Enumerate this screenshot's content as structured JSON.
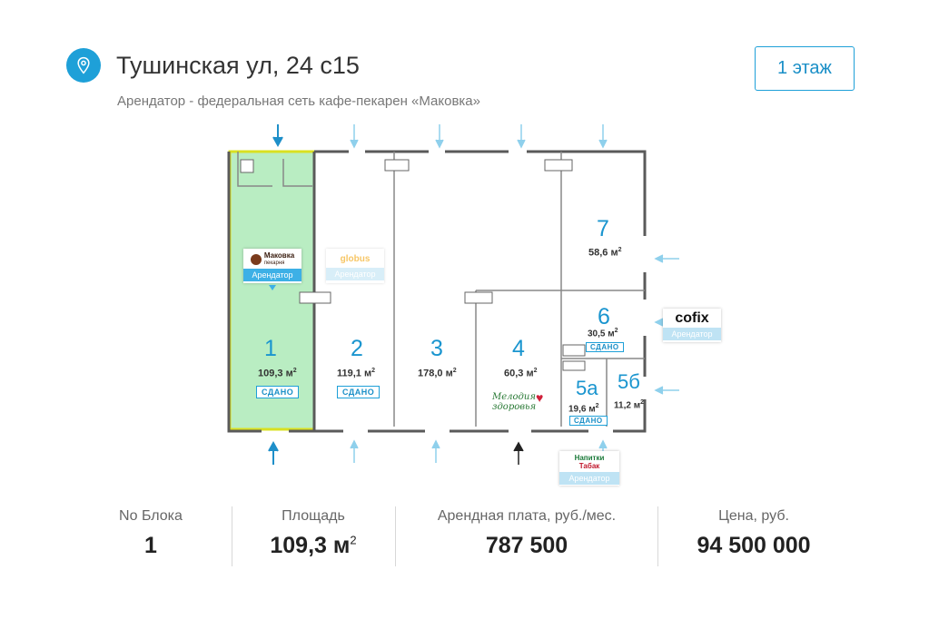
{
  "header": {
    "title": "Тушинская ул, 24 с15",
    "subtitle": "Арендатор - федеральная сеть кафе-пекарен «Маковка»",
    "floor_button": "1 этаж"
  },
  "plan": {
    "units": [
      {
        "id": "1",
        "area": "109,3 м",
        "status": "СДАНО"
      },
      {
        "id": "2",
        "area": "119,1 м",
        "status": "СДАНО"
      },
      {
        "id": "3",
        "area": "178,0 м",
        "status": ""
      },
      {
        "id": "4",
        "area": "60,3 м",
        "status": ""
      },
      {
        "id": "5а",
        "area": "19,6 м",
        "status": "СДАНО"
      },
      {
        "id": "5б",
        "area": "11,2 м",
        "status": ""
      },
      {
        "id": "6",
        "area": "30,5 м",
        "status": "СДАНО"
      },
      {
        "id": "7",
        "area": "58,6 м",
        "status": ""
      }
    ],
    "area_unit_sup": "2",
    "tenants": {
      "makovka": {
        "logo_line1": "Маковка",
        "logo_line2": "пекарня",
        "label": "Арендатор"
      },
      "globus": {
        "logo": "globus",
        "label": "Арендатор"
      },
      "cofix": {
        "logo": "cofix",
        "label": "Арендатор"
      },
      "tabak": {
        "logo_line1": "Напитки",
        "logo_line2": "Табак",
        "label": "Арендатор"
      },
      "melodiya": {
        "line1": "Мелодия",
        "line2": "здоровья"
      }
    },
    "colors": {
      "accent": "#1ea0d8",
      "selected_fill": "#b9edc2",
      "selected_border": "#d9e021"
    }
  },
  "stats": {
    "block_label": "No Блока",
    "block_value": "1",
    "area_label": "Площадь",
    "area_value": "109,3 м",
    "area_sup": "2",
    "rent_label": "Арендная плата, руб./мес.",
    "rent_value": "787 500",
    "price_label": "Цена, руб.",
    "price_value": "94 500 000"
  }
}
